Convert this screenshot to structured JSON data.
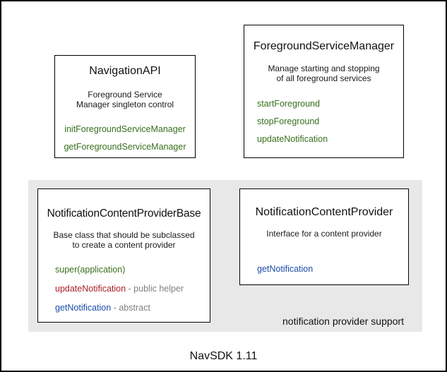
{
  "colors": {
    "method_green": "#38701d",
    "method_red": "#a92128",
    "method_blue": "#1d4ca8",
    "note_gray": "#7f7f7f",
    "panel_bg": "#e8e8e8",
    "box_border": "#000000"
  },
  "navigation_api": {
    "title": "NavigationAPI",
    "description_line1": "Foreground Service",
    "description_line2": "Manager singleton control",
    "methods": [
      {
        "name": "initForegroundServiceManager"
      },
      {
        "name": "getForegroundServiceManager"
      }
    ]
  },
  "foreground_service_manager": {
    "title": "ForegroundServiceManager",
    "description_line1": "Manage starting and stopping",
    "description_line2": "of all foreground services",
    "methods": [
      {
        "name": "startForeground"
      },
      {
        "name": "stopForeground"
      },
      {
        "name": "updateNotification"
      }
    ]
  },
  "notification_panel": {
    "label": "notification provider support",
    "provider_base": {
      "title": "NotificationContentProviderBase",
      "description_line1": "Base class that should be subclassed",
      "description_line2": "to create a content provider",
      "methods": [
        {
          "name": "super(application)",
          "note": ""
        },
        {
          "name": "updateNotification",
          "note": " - public helper"
        },
        {
          "name": "getNotification",
          "note": " - abstract"
        }
      ]
    },
    "provider": {
      "title": "NotificationContentProvider",
      "description_line1": "Interface for a content provider",
      "methods": [
        {
          "name": "getNotification"
        }
      ]
    }
  },
  "footer": {
    "label": "NavSDK 1.11"
  }
}
